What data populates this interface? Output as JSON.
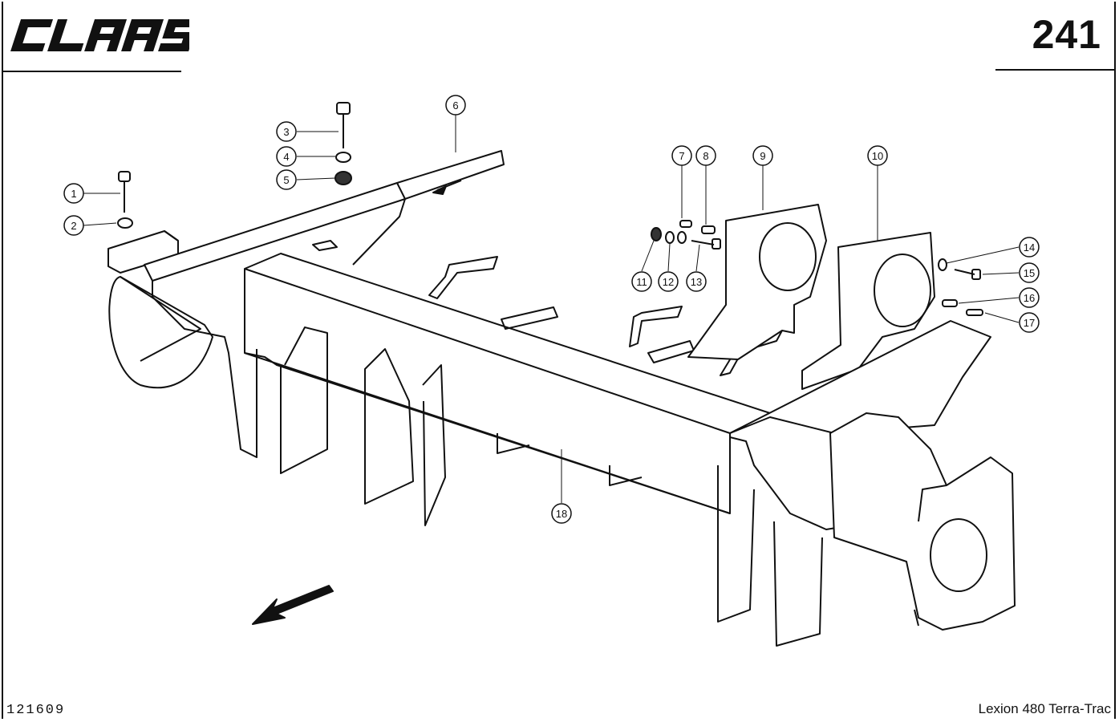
{
  "header": {
    "brand": "CLAAS",
    "page_number": "241"
  },
  "footer": {
    "drawing_number": "121609",
    "model": "Lexion 480 Terra-Trac"
  },
  "callouts": [
    "1",
    "2",
    "3",
    "4",
    "5",
    "6",
    "7",
    "8",
    "9",
    "10",
    "11",
    "12",
    "13",
    "14",
    "15",
    "16",
    "17",
    "18"
  ]
}
